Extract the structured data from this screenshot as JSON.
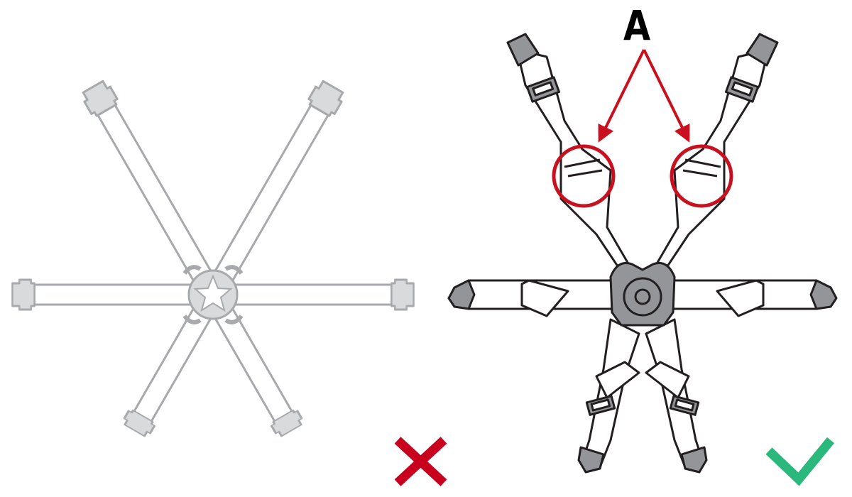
{
  "figure": {
    "callout_label": "A",
    "left_panel": {
      "description": "Incorrect harness configuration (straps splayed straight out)",
      "verdict": "incorrect",
      "verdict_icon": "cross-icon"
    },
    "right_panel": {
      "description": "Correct harness configuration with buckle tongues indicated",
      "verdict": "correct",
      "verdict_icon": "check-icon"
    }
  },
  "colors": {
    "incorrect_red": "#c8001e",
    "correct_green": "#2bb87c",
    "callout_red": "#c8101e",
    "outline_dark": "#231f20",
    "hardware_gray": "#939598",
    "faded_gray": "#a7a9ac",
    "faded_fill": "#d9dadb"
  }
}
